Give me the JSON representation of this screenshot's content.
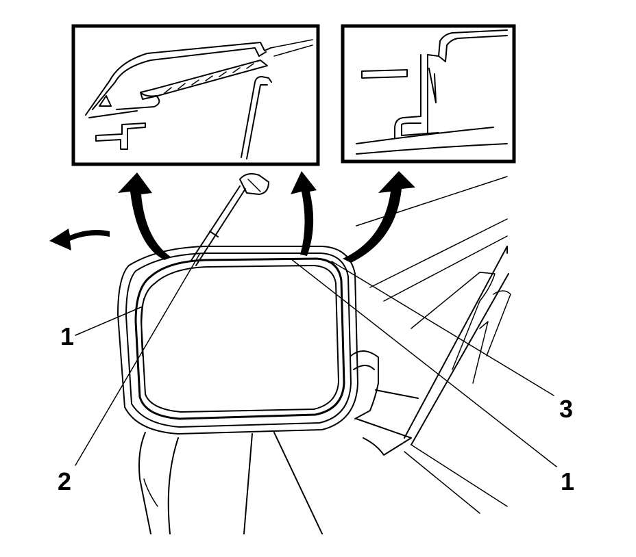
{
  "figure": {
    "callouts": {
      "mirror_glass_left": "1",
      "tool": "2",
      "mirror_housing": "3",
      "mirror_glass_right": "1"
    },
    "colors": {
      "ink": "#000000",
      "background": "#ffffff"
    },
    "icons": {
      "pry_arrow": "curved-arrow-icon",
      "direction_arrow": "left-arrow-icon"
    }
  }
}
